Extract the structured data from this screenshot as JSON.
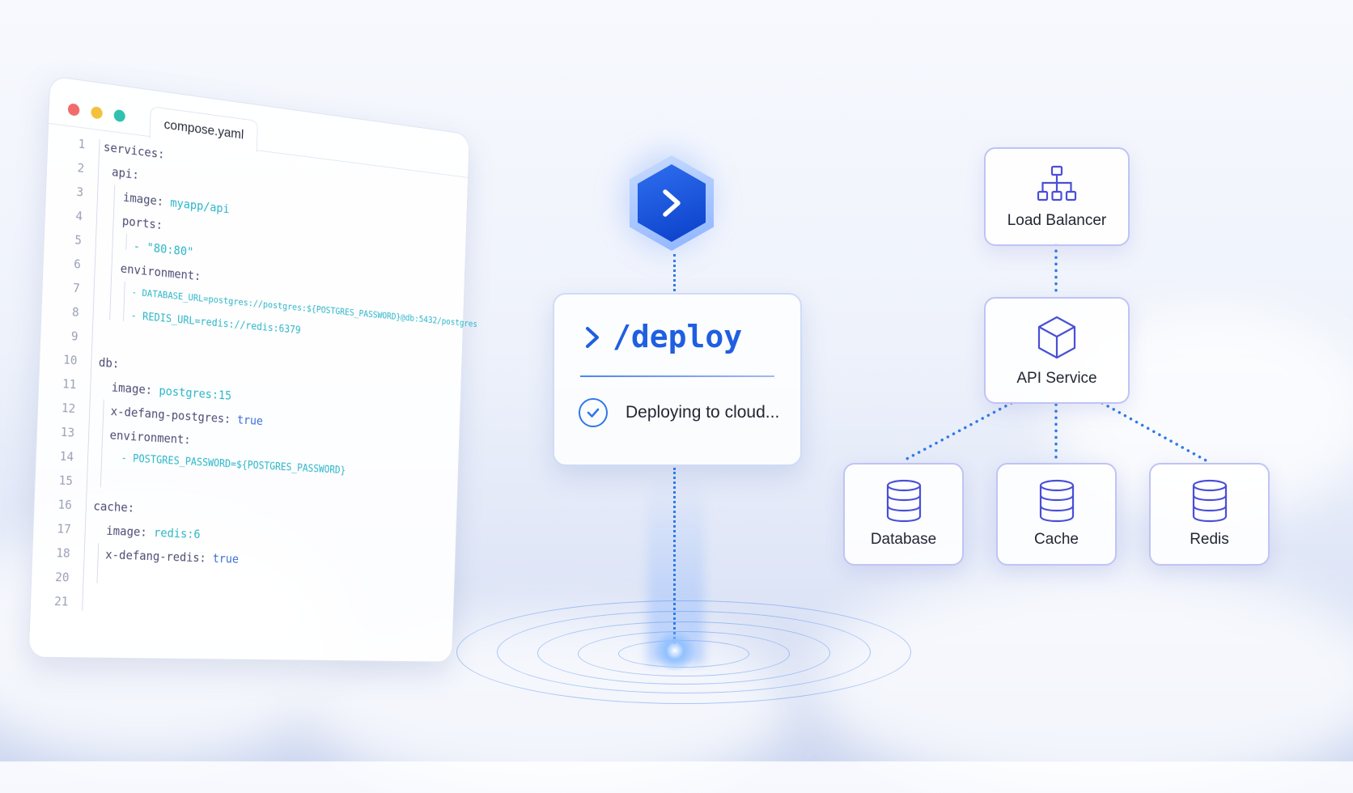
{
  "editor": {
    "tab_title": "compose.yaml",
    "window_dots": [
      "#f26b6b",
      "#f4c13c",
      "#2fc1b0"
    ],
    "line_numbers": [
      "1",
      "2",
      "3",
      "4",
      "5",
      "6",
      "7",
      "8",
      "9",
      "10",
      "11",
      "12",
      "13",
      "14",
      "15",
      "16",
      "17",
      "18",
      "20",
      "21"
    ],
    "code": {
      "services": "services:",
      "api": "api:",
      "image_key": "image:",
      "api_image": "myapp/api",
      "ports_key": "ports:",
      "port_value": "- \"80:80\"",
      "environment_key": "environment:",
      "env_db": "- DATABASE_URL=postgres://postgres:${POSTGRES_PASSWORD}@db:5432/postgres",
      "env_redis": "- REDIS_URL=redis://redis:6379",
      "db": "db:",
      "db_image": "postgres:15",
      "defang_postgres_key": "x-defang-postgres:",
      "true_value": "true",
      "env_pw": "- POSTGRES_PASSWORD=${POSTGRES_PASSWORD}",
      "cache": "cache:",
      "cache_image": "redis:6",
      "defang_redis_key": "x-defang-redis:"
    }
  },
  "deploy": {
    "command": "/deploy",
    "status": "Deploying to cloud..."
  },
  "architecture": {
    "load_balancer": "Load Balancer",
    "api_service": "API Service",
    "database": "Database",
    "cache": "Cache",
    "redis": "Redis"
  },
  "icons": {
    "deploy": "chevron-right-icon",
    "status": "check-circle-icon",
    "load_balancer": "hierarchy-icon",
    "api_service": "cube-icon",
    "datastores": "database-icon"
  },
  "colors": {
    "accent": "#1f5fe0",
    "node_border": "#bfc4f4",
    "icon": "#4a4fd6",
    "code_value": "#2bb6c7"
  }
}
